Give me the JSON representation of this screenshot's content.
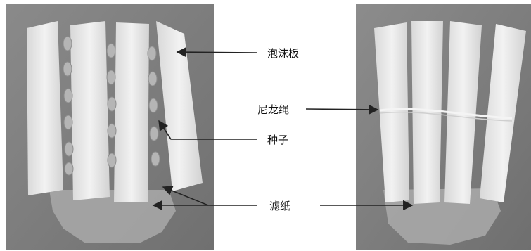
{
  "labels": {
    "foam_board": "泡沫板",
    "nylon_rope": "尼龙绳",
    "seed": "种子",
    "filter_paper": "滤纸"
  },
  "colors": {
    "photo_background": "#7f7f7f",
    "foam": "#e9e9e9",
    "seed": "#b9b9b9",
    "arrow": "#222222"
  }
}
